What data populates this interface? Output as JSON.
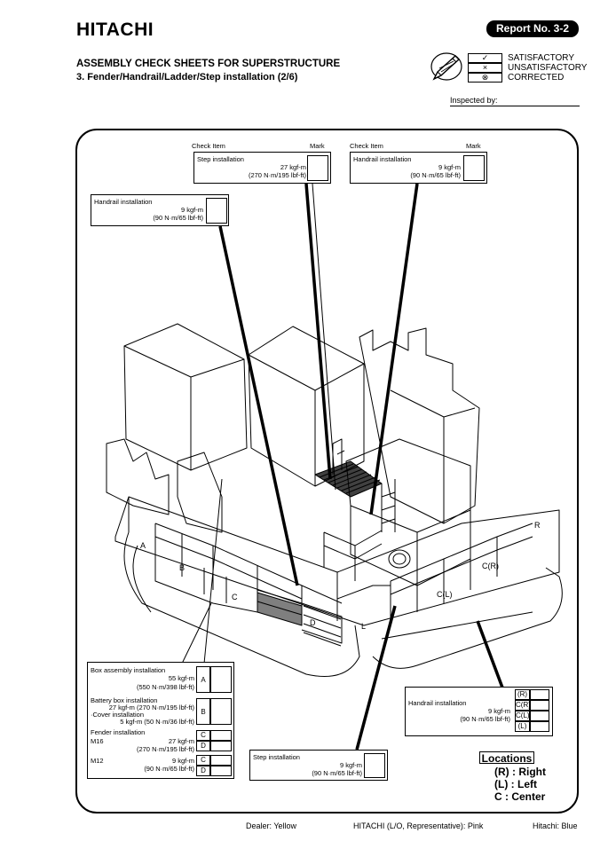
{
  "header": {
    "logo": "HITACHI",
    "report": "Report No. 3-2",
    "title": "ASSEMBLY CHECK SHEETS FOR SUPERSTRUCTURE",
    "subtitle": "3. Fender/Handrail/Ladder/Step installation (2/6)",
    "inspected_by": "Inspected by:"
  },
  "legend": [
    {
      "symbol": "✓",
      "label": "SATISFACTORY"
    },
    {
      "symbol": "×",
      "label": "UNSATISFACTORY"
    },
    {
      "symbol": "⊗",
      "label": "CORRECTED"
    }
  ],
  "checkboxes": {
    "step_top": {
      "check_item": "Check Item",
      "mark": "Mark",
      "name": "Step installation",
      "torque": "27 kgf-m",
      "torque_si": "(270 N·m/195 lbf-ft)"
    },
    "handrail_top": {
      "check_item": "Check Item",
      "mark": "Mark",
      "name": "Handrail installation",
      "torque": "9 kgf-m",
      "torque_si": "(90 N·m/65 lbf-ft)"
    },
    "handrail_left": {
      "name": "Handrail installation",
      "torque": "9 kgf-m",
      "torque_si": "(90 N·m/65 lbf-ft)"
    },
    "box_assembly": {
      "name": "Box assembly installation",
      "torque": "55 kgf-m",
      "torque_si": "(550 N·m/398 lbf-ft)",
      "code": "A",
      "battery_name": "Battery box installation",
      "battery_torque": "27 kgf-m (270 N·m/195 lbf-ft)",
      "cover_name": "·Cover installation",
      "cover_torque": "5 kgf-m (50 N·m/36 lbf-ft)",
      "battery_code": "B",
      "fender_name": "Fender installation",
      "m16": "M16",
      "m16_torque": "27 kgf-m",
      "m16_torque_si": "(270 N·m/195 lbf-ft)",
      "m12": "M12",
      "m12_torque": "9 kgf-m",
      "m12_torque_si": "(90 N·m/65 lbf-ft)",
      "code_c": "C",
      "code_d": "D"
    },
    "step_bottom": {
      "name": "Step installation",
      "torque": "9 kgf-m",
      "torque_si": "(90 N·m/65 lbf-ft)"
    },
    "handrail_right": {
      "name": "Handrail installation",
      "torque": "9 kgf-m",
      "torque_si": "(90 N·m/65 lbf-ft)",
      "codes": [
        "(R)",
        "C(R)",
        "C(L)",
        "(L)"
      ]
    }
  },
  "zones": {
    "a": "A",
    "b": "B",
    "c": "C",
    "d": "D",
    "l": "L",
    "cl": "C(L)",
    "cr": "C(R)",
    "r": "R"
  },
  "locations": {
    "title": "Locations",
    "items": [
      {
        "code": "(R) :",
        "label": "Right"
      },
      {
        "code": "(L) :",
        "label": "Left"
      },
      {
        "code": "C :",
        "label": "Center"
      }
    ]
  },
  "footer": {
    "dealer": "Dealer: Yellow",
    "hitachi_lo": "HITACHI (L/O, Representative): Pink",
    "hitachi": "Hitachi: Blue"
  }
}
